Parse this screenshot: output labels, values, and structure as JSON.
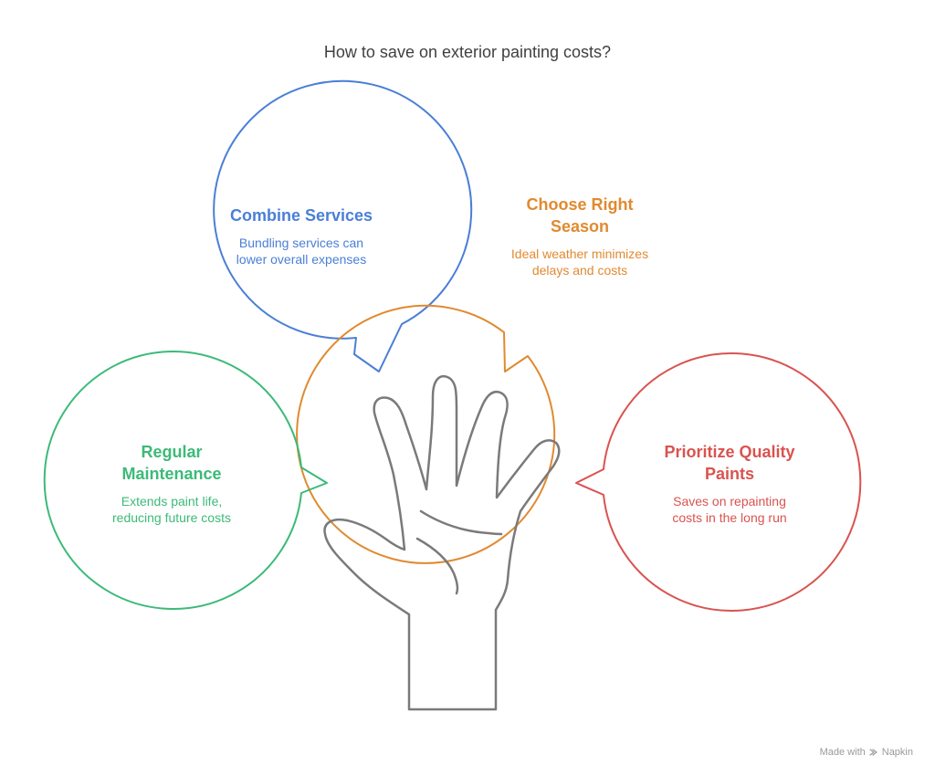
{
  "title": "How to save on exterior painting costs?",
  "colors": {
    "combine": "#4a7fd6",
    "season": "#e08a30",
    "maintenance": "#3cba78",
    "quality": "#d9534f",
    "hand": "#7a7a7a",
    "title": "#404040"
  },
  "bubbles": {
    "combine": {
      "heading": "Combine Services",
      "desc_line1": "Bundling services can",
      "desc_line2": "lower overall expenses"
    },
    "season": {
      "heading_line1": "Choose Right",
      "heading_line2": "Season",
      "desc_line1": "Ideal weather minimizes",
      "desc_line2": "delays and costs"
    },
    "maintenance": {
      "heading_line1": "Regular",
      "heading_line2": "Maintenance",
      "desc_line1": "Extends paint life,",
      "desc_line2": "reducing future costs"
    },
    "quality": {
      "heading_line1": "Prioritize Quality",
      "heading_line2": "Paints",
      "desc_line1": "Saves on repainting",
      "desc_line2": "costs in the long run"
    }
  },
  "footer": {
    "prefix": "Made with",
    "brand": "Napkin",
    "logo_icon": "napkin-logo-icon"
  }
}
